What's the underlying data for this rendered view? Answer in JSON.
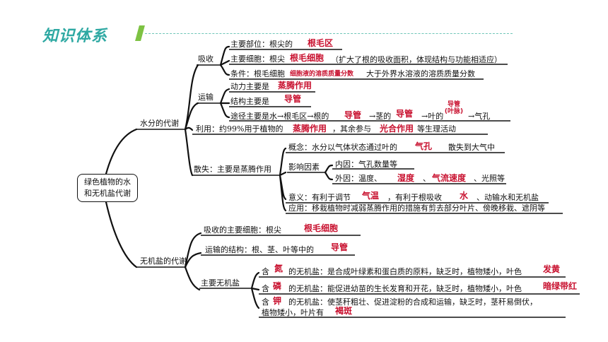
{
  "header": {
    "title": "知识体系"
  },
  "root": {
    "line1": "绿色植物的水",
    "line2": "和无机盐代谢"
  },
  "water": {
    "label": "水分的代谢",
    "absorb": {
      "label": "吸收",
      "site_text": "主要部位：根尖的",
      "site_answer": "根毛区",
      "cell_text": "主要细胞：根尖",
      "cell_answer": "根毛细胞",
      "cell_note": "（扩大了根的吸收面积，体现结构与功能相适应）",
      "cond_text": "条件：根毛细胞",
      "cond_answer": "细胞液的溶质质量分数",
      "cond_tail": "大于外界水溶液的溶质质量分数"
    },
    "transport": {
      "label": "运输",
      "power_text": "动力主要是",
      "power_answer": "蒸腾作用",
      "struct_text": "结构主要是",
      "struct_answer": "导管",
      "path_text1": "途径主要是水→根毛区→根的",
      "path_answer1": "导管",
      "path_text2": "→茎的",
      "path_answer2": "导管",
      "path_text3": "→叶的",
      "path_answer3a": "导管",
      "path_answer3b": "(叶脉)",
      "path_text4": "→气孔"
    },
    "use": {
      "text1": "利用：约99%用于植物的",
      "answer1": "蒸腾作用",
      "text2": "，其余参与",
      "answer2": "光合作用",
      "text3": "等生理活动"
    },
    "transpiration": {
      "label": "散失：主要是蒸腾作用",
      "concept_text": "概念：水分以气体状态通过叶的",
      "concept_answer": "气孔",
      "concept_tail": "散失到大气中",
      "factor_label": "影响因素",
      "inner": "内因：气孔数量等",
      "outer_text": "外因：温度、",
      "outer_answer1": "湿度",
      "outer_sep": "、",
      "outer_answer2": "气流速度",
      "outer_tail": "、光照等",
      "meaning_text1": "意义：有利于调节",
      "meaning_answer1": "气温",
      "meaning_text2": "，有利于根吸收",
      "meaning_answer2": "水",
      "meaning_text3": "、动输水和无机盐",
      "apply": "应用：移栽植物时减弱蒸腾作用的措施有剪去部分叶片、傍晚移栽、遮阴等"
    }
  },
  "mineral": {
    "label": "无机盐的代谢",
    "absorb_text": "吸收的主要细胞：根尖",
    "absorb_answer": "根毛细胞",
    "transport_text": "运输的结构：根、茎、叶等中的",
    "transport_answer": "导管",
    "main_label": "主要无机盐",
    "n_text1": "含",
    "n_answer": "氮",
    "n_text2": "的无机盐：是合成叶绿素和蛋白质的原料，缺乏时，植物矮小，叶色",
    "n_answer2": "发黄",
    "p_text1": "含",
    "p_answer": "磷",
    "p_text2": "的无机盐：能促进幼苗的生长发育和开花，缺乏时，植物矮小，叶色",
    "p_answer2": "暗绿带红",
    "k_text1": "含",
    "k_answer": "钾",
    "k_text2": "的无机盐：使茎秆粗壮、促进淀粉的合成和运输，缺乏时，茎秆易倒伏，",
    "k_text3": "植物矮小，叶片有",
    "k_answer2": "褐斑"
  }
}
